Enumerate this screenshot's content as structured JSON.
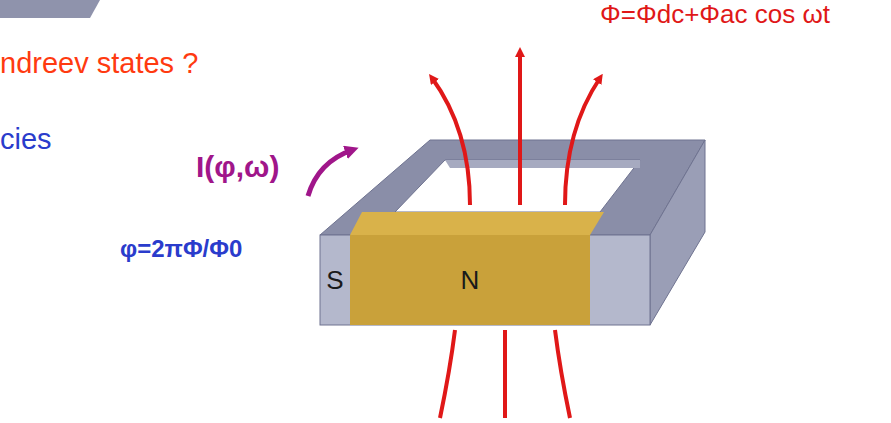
{
  "diagram": {
    "nodes": [
      {
        "text": [
          "S"
        ]
      },
      {
        "text": [
          "N"
        ]
      }
    ],
    "labels": [
      "Φ=Φdc+Φac cos ωt",
      "ndreev states ?",
      "cies",
      "I(φ,ω)",
      "φ=2πΦ/Φ0"
    ]
  }
}
